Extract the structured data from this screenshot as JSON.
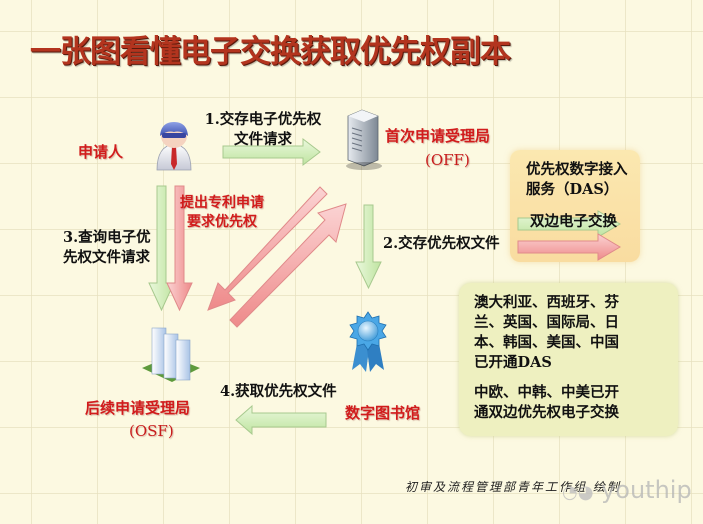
{
  "title": "一张图看懂电子交换获取优先权副本",
  "nodes": {
    "applicant": {
      "label": "申请人",
      "icon": "person-icon"
    },
    "off": {
      "label": "首次申请受理局",
      "code": "(OFF)",
      "icon": "server-icon"
    },
    "osf": {
      "label": "后续申请受理局",
      "code": "(OSF)",
      "icon": "office-buildings-icon"
    },
    "library": {
      "label": "数字图书馆",
      "icon": "award-ribbon-icon"
    }
  },
  "steps": {
    "step1": {
      "line1": "1.交存电子优先权",
      "line2": "文件请求"
    },
    "step2": "2.交存优先权文件",
    "step3": {
      "line1": "3.查询电子优",
      "line2": "先权文件请求"
    },
    "step4": "4.获取优先权文件",
    "claim": {
      "line1": "提出专利申请",
      "line2": "要求优先权"
    }
  },
  "legend": {
    "das": {
      "line1": "优先权数字接入",
      "line2": "服务（DAS）",
      "arrow_color": "#c9eab0"
    },
    "bilateral": {
      "label": "双边电子交换",
      "arrow_color": "#f3a0a0"
    }
  },
  "info": {
    "para1": [
      "澳大利亚、西班牙、芬",
      "兰、英国、国际局、日",
      "本、韩国、美国、中国",
      "已开通DAS"
    ],
    "para2": [
      "中欧、中韩、中美已开",
      "通双边优先权电子交换"
    ]
  },
  "footer": {
    "credit": "初审及流程管理部青年工作组  绘制",
    "watermark": "youthip"
  },
  "colors": {
    "background": "#fcf9e1",
    "title": "#b3341e",
    "node_label": "#d11c1c",
    "green_arrow": "#d2efbb",
    "red_arrow": "#f4a6a6"
  }
}
